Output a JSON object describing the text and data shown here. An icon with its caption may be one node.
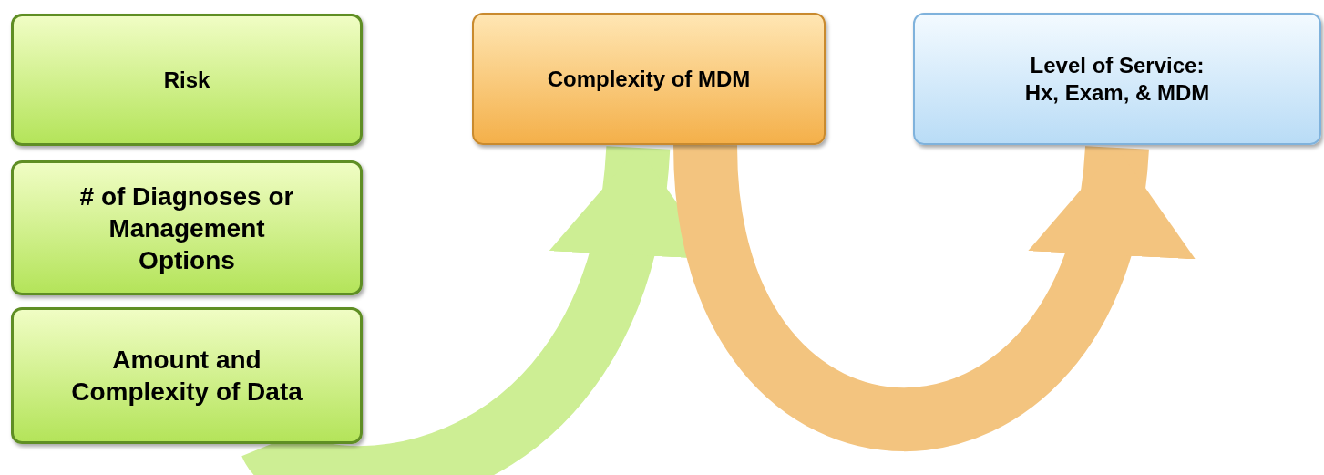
{
  "diagram": {
    "nodes": [
      {
        "text": [
          "Risk"
        ]
      },
      {
        "text": [
          "# of Diagnoses or Management Options"
        ]
      },
      {
        "text": [
          "Amount and Complexity of Data"
        ]
      },
      {
        "text": [
          "Complexity of MDM"
        ]
      },
      {
        "text": [
          "Level of Service:",
          "Hx, Exam, & MDM"
        ]
      }
    ],
    "edges": [
      {
        "from": 2,
        "to": 3,
        "arrow": "to",
        "color": "#cdee94"
      },
      {
        "from": 3,
        "to": 4,
        "arrow": "to",
        "color": "#f3c47f"
      }
    ]
  }
}
